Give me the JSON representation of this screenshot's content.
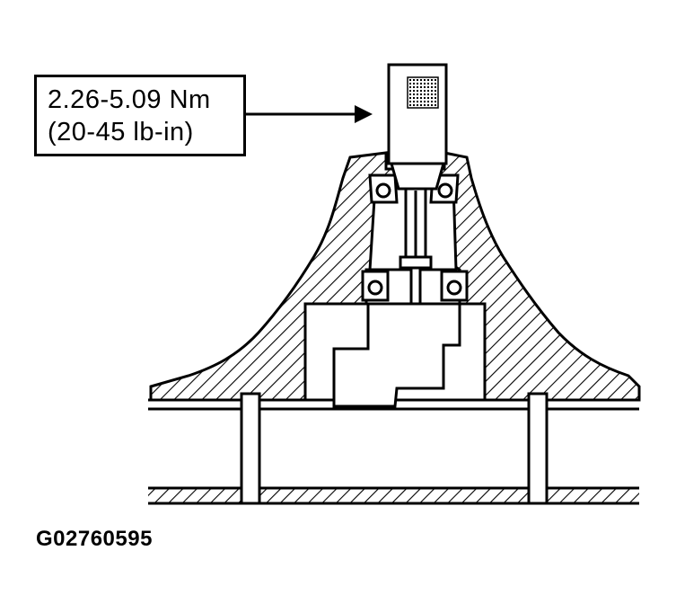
{
  "callout": {
    "line1": "2.26-5.09 Nm",
    "line2": "(20-45 lb-in)"
  },
  "figure_id": "G02760595",
  "colors": {
    "ink": "#000000",
    "paper": "#ffffff"
  }
}
